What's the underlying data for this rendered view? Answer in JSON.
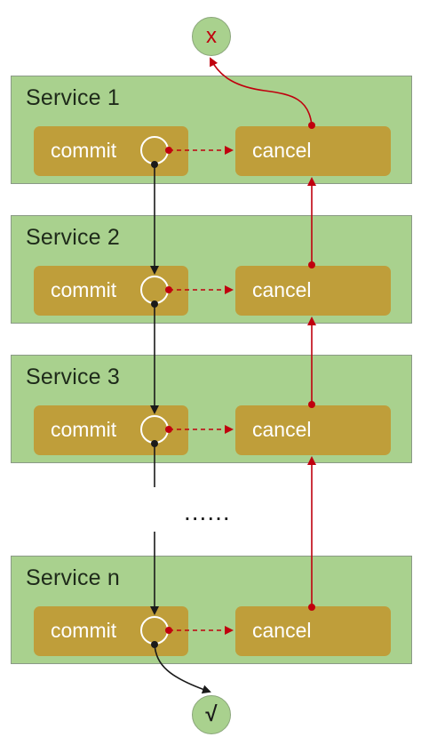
{
  "end_states": {
    "failure": "x",
    "success": "√"
  },
  "services": [
    {
      "title": "Service 1",
      "commit": "commit",
      "cancel": "cancel"
    },
    {
      "title": "Service 2",
      "commit": "commit",
      "cancel": "cancel"
    },
    {
      "title": "Service 3",
      "commit": "commit",
      "cancel": "cancel"
    },
    {
      "title": "Service n",
      "commit": "commit",
      "cancel": "cancel"
    }
  ],
  "ellipsis": "......",
  "colors": {
    "service_bg": "#a9d18e",
    "action_box": "#bf9e3a",
    "rollback_arrow": "#c0000e",
    "commit_arrow": "#1a1a1a"
  }
}
